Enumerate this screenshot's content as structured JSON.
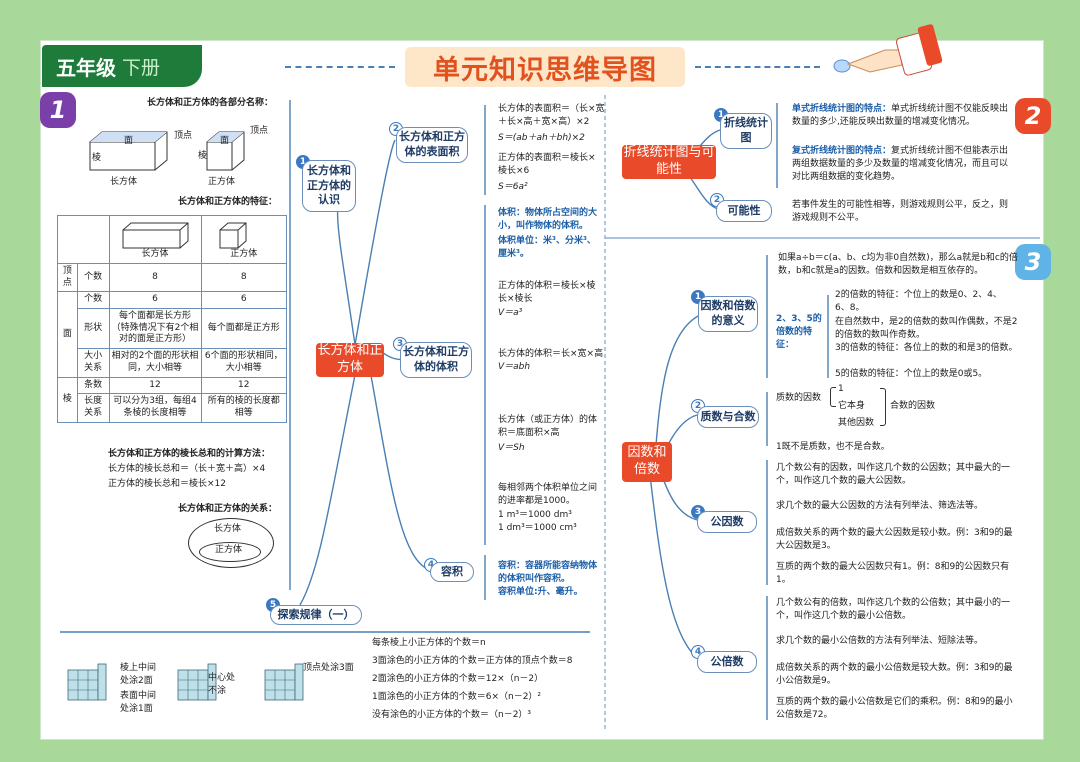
{
  "header": {
    "grade": "五年级",
    "term": "下册",
    "title": "单元知识思维导图"
  },
  "colors": {
    "green": "#1e7b3a",
    "orange_red": "#e84a2a",
    "blue": "#3a78c2",
    "purple": "#7a3fa8",
    "sky": "#5fb3e6"
  },
  "section1": {
    "number": "1",
    "parts_title": "长方体和正方体的各部分名称：",
    "cuboid_face": "面",
    "cuboid_vertex": "顶点",
    "cuboid_edge": "棱",
    "cuboid_name": "长方体",
    "cube_face": "面",
    "cube_vertex": "顶点",
    "cube_edge": "棱",
    "cube_name": "正方体",
    "features_title": "长方体和正方体的特征：",
    "table": {
      "col1": "长方体",
      "col2": "正方体",
      "vertex": "顶点",
      "count": "个数",
      "vertex_c": "8",
      "vertex_s": "8",
      "face": "面",
      "face_count": "个数",
      "face_c": "6",
      "face_s": "6",
      "shape": "形状",
      "shape_c": "每个面都是长方形（特殊情况下有2个相对的面是正方形）",
      "shape_s": "每个面都是正方形",
      "size": "大小关系",
      "size_c": "相对的2个面的形状相同，大小相等",
      "size_s": "6个面的形状相同，大小相等",
      "edge": "棱",
      "edge_count": "条数",
      "edge_c": "12",
      "edge_s": "12",
      "length": "长度关系",
      "length_c": "可以分为3组，每组4条棱的长度相等",
      "length_s": "所有的棱的长度都相等"
    },
    "edge_sum_title": "长方体和正方体的棱长总和的计算方法：",
    "edge_sum_c": "长方体的棱长总和＝（长＋宽＋高）×4",
    "edge_sum_s": "正方体的棱长总和＝棱长×12",
    "relation_title": "长方体和正方体的关系：",
    "relation_outer": "长方体",
    "relation_inner": "正方体"
  },
  "mindmap1": {
    "hub": "长方体和正方体",
    "b1_num": "1",
    "b1": "长方体和正方体的认识",
    "b2_num": "2",
    "b2": "长方体和正方体的表面积",
    "b3_num": "3",
    "b3": "长方体和正方体的体积",
    "b4_num": "4",
    "b4": "容积",
    "b5_num": "5",
    "b5": "探索规律（一）",
    "area1": "长方体的表面积＝（长×宽＋长×高＋宽×高）×2",
    "area1_f": "S＝(ab＋ah＋bh)×2",
    "area2": "正方体的表面积＝棱长×棱长×6",
    "area2_f": "S＝6a²",
    "vol_def": "体积：物体所占空间的大小，叫作物体的体积。",
    "vol_unit": "体积单位：米³、分米³、厘米³。",
    "vol_cube": "正方体的体积＝棱长×棱长×棱长",
    "vol_cube_f": "V＝a³",
    "vol_cuboid": "长方体的体积＝长×宽×高",
    "vol_cuboid_f": "V＝abh",
    "vol_general": "长方体（或正方体）的体积＝底面积×高",
    "vol_general_f": "V＝Sh",
    "rate": "每相邻两个体积单位之间的进率都是1000。",
    "rate1": "1 m³＝1000 dm³",
    "rate2": "1 dm³＝1000 cm³",
    "cap_def": "容积：容器所能容纳物体的体积叫作容积。",
    "cap_unit": "容积单位:升、毫升。",
    "rule_label_mid": "棱上中间处涂2面",
    "rule_label_center": "中心处不涂",
    "rule_label_face": "表面中间处涂1面",
    "rule_label_vertex": "顶点处涂3面",
    "rule1": "每条棱上小正方体的个数＝n",
    "rule2": "3面涂色的小正方体的个数＝正方体的顶点个数＝8",
    "rule3": "2面涂色的小正方体的个数＝12×（n－2）",
    "rule4": "1面涂色的小正方体的个数＝6×（n－2）²",
    "rule5": "没有涂色的小正方体的个数＝（n－2）³"
  },
  "section2": {
    "number": "2",
    "hub": "折线统计图与可能性",
    "b1_num": "1",
    "b1": "折线统计图",
    "b2_num": "2",
    "b2": "可能性",
    "single_title": "单式折线统计图的特点：",
    "single_text": "单式折线统计图不仅能反映出数量的多少,还能反映出数量的增减变化情况。",
    "multi_title": "复式折线统计图的特点：",
    "multi_text": "复式折线统计图不但能表示出两组数据数量的多少及数量的增减变化情况，而且可以对比两组数据的变化趋势。",
    "possibility": "若事件发生的可能性相等，则游戏规则公平，反之，则游戏规则不公平。"
  },
  "section3": {
    "number": "3",
    "hub": "因数和倍数",
    "b1_num": "1",
    "b1": "因数和倍数的意义",
    "b2_num": "2",
    "b2": "质数与合数",
    "b3_num": "3",
    "b3": "公因数",
    "b4_num": "4",
    "b4": "公倍数",
    "meaning": "如果a÷b＝c(a、b、c均为非0自然数)，那么a就是b和c的倍数，b和c就是a的因数。倍数和因数是相互依存的。",
    "multiples_label": "2、3、5的倍数的特征：",
    "m2": "2的倍数的特征：个位上的数是0、2、4、6、8。",
    "even": "在自然数中，是2的倍数的数叫作偶数，不是2的倍数的数叫作奇数。",
    "m3": "3的倍数的特征：各位上的数的和是3的倍数。",
    "m5": "5的倍数的特征：个位上的数是0或5。",
    "prime_factors": "质数的因数",
    "pf1": "1",
    "pf2": "它本身",
    "pf3": "其他因数",
    "composite_factors": "合数的因数",
    "one": "1既不是质数，也不是合数。",
    "gcd1": "几个数公有的因数，叫作这几个数的公因数；其中最大的一个，叫作这几个数的最大公因数。",
    "gcd2": "求几个数的最大公因数的方法有列举法、筛选法等。",
    "gcd3": "成倍数关系的两个数的最大公因数是较小数。例：3和9的最大公因数是3。",
    "gcd4": "互质的两个数的最大公因数只有1。例：8和9的公因数只有1。",
    "lcm1": "几个数公有的倍数，叫作这几个数的公倍数；其中最小的一个，叫作这几个数的最小公倍数。",
    "lcm2": "求几个数的最小公倍数的方法有列举法、短除法等。",
    "lcm3": "成倍数关系的两个数的最小公倍数是较大数。例：3和9的最小公倍数是9。",
    "lcm4": "互质的两个数的最小公倍数是它们的乘积。例：8和9的最小公倍数是72。"
  }
}
